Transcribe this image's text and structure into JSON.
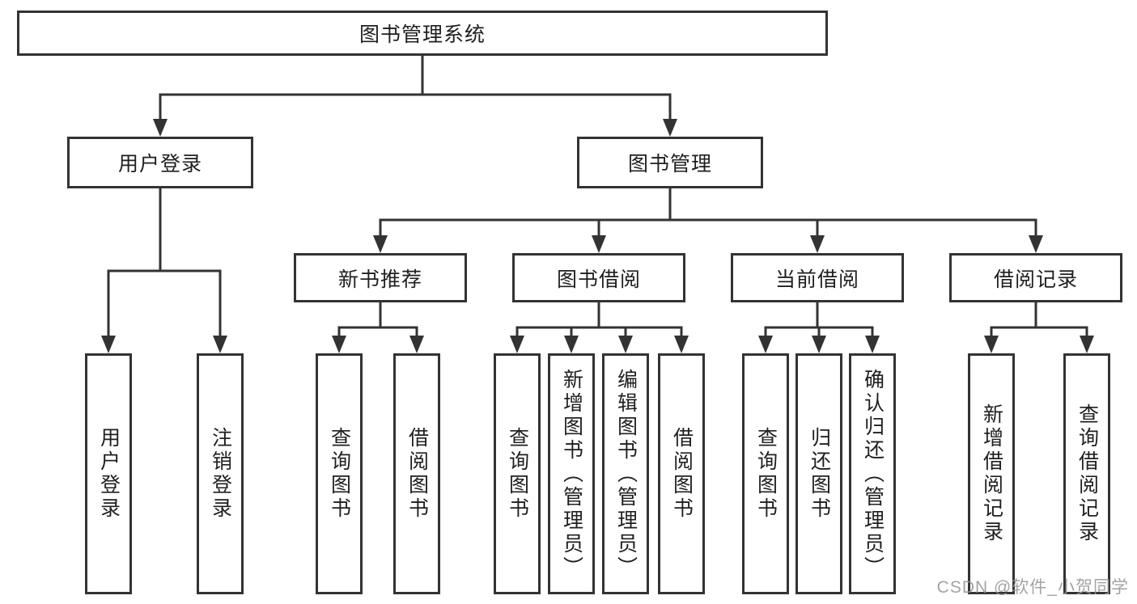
{
  "diagram": {
    "root": {
      "label": "图书管理系统"
    },
    "branches": [
      {
        "label": "用户登录"
      },
      {
        "label": "图书管理"
      }
    ],
    "modules": [
      {
        "label": "新书推荐"
      },
      {
        "label": "图书借阅"
      },
      {
        "label": "当前借阅"
      },
      {
        "label": "借阅记录"
      }
    ],
    "leaves": [
      {
        "label": "用户登录"
      },
      {
        "label": "注销登录"
      },
      {
        "label": "查询图书"
      },
      {
        "label": "借阅图书"
      },
      {
        "label": "查询图书"
      },
      {
        "label": "新增图书（管理员）"
      },
      {
        "label": "编辑图书（管理员）"
      },
      {
        "label": "借阅图书"
      },
      {
        "label": "查询图书"
      },
      {
        "label": "归还图书"
      },
      {
        "label": "确认归还（管理员）"
      },
      {
        "label": "新增借阅记录"
      },
      {
        "label": "查询借阅记录"
      }
    ]
  },
  "watermark": {
    "text": "CSDN @软件_小贺同学"
  },
  "colors": {
    "line": "#333333",
    "text": "#1f1f1f",
    "background": "#ffffff",
    "watermark": "#969696"
  }
}
